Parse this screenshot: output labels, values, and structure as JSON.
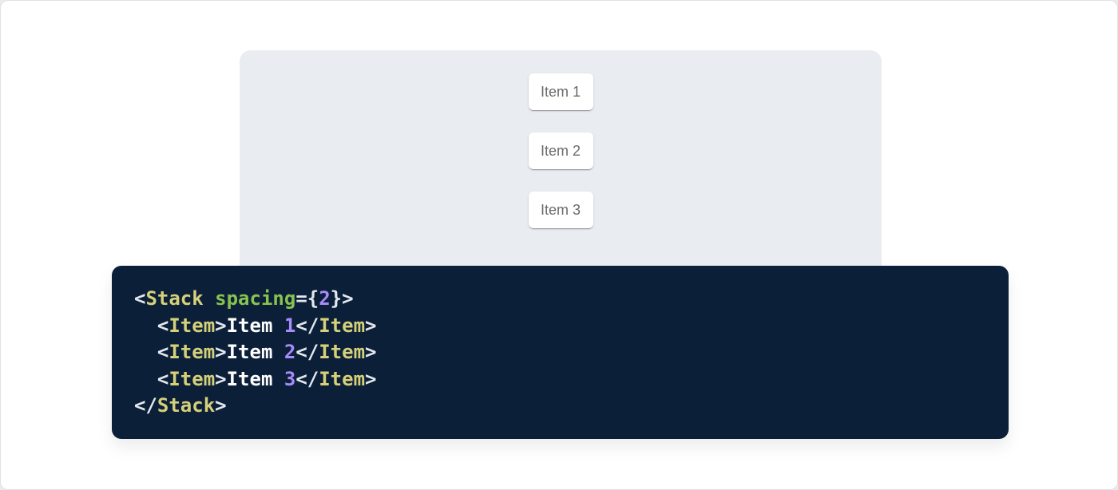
{
  "theme": {
    "page_bg": "#e9ebee",
    "card_bg": "#ffffff",
    "card_border": "#dfe2e6",
    "panel_bg": "#e9edf2",
    "item_bg": "#ffffff",
    "code_bg": "#0c1f38",
    "tok_punctuation": "#e3e8ee",
    "tok_tag": "#d5d07a",
    "tok_attr": "#88c250",
    "tok_number": "#a78bfa",
    "tok_text": "#ffffff"
  },
  "demo": {
    "items": [
      {
        "label": "Item 1"
      },
      {
        "label": "Item 2"
      },
      {
        "label": "Item 3"
      }
    ]
  },
  "code": {
    "lines": [
      {
        "tokens": [
          [
            "p",
            "<"
          ],
          [
            "t",
            "Stack"
          ],
          [
            "x",
            " "
          ],
          [
            "a",
            "spacing"
          ],
          [
            "p",
            "={"
          ],
          [
            "n",
            "2"
          ],
          [
            "p",
            "}>"
          ]
        ]
      },
      {
        "tokens": [
          [
            "x",
            "  "
          ],
          [
            "p",
            "<"
          ],
          [
            "t",
            "Item"
          ],
          [
            "p",
            ">"
          ],
          [
            "x",
            "Item "
          ],
          [
            "n",
            "1"
          ],
          [
            "p",
            "</"
          ],
          [
            "t",
            "Item"
          ],
          [
            "p",
            ">"
          ]
        ]
      },
      {
        "tokens": [
          [
            "x",
            "  "
          ],
          [
            "p",
            "<"
          ],
          [
            "t",
            "Item"
          ],
          [
            "p",
            ">"
          ],
          [
            "x",
            "Item "
          ],
          [
            "n",
            "2"
          ],
          [
            "p",
            "</"
          ],
          [
            "t",
            "Item"
          ],
          [
            "p",
            ">"
          ]
        ]
      },
      {
        "tokens": [
          [
            "x",
            "  "
          ],
          [
            "p",
            "<"
          ],
          [
            "t",
            "Item"
          ],
          [
            "p",
            ">"
          ],
          [
            "x",
            "Item "
          ],
          [
            "n",
            "3"
          ],
          [
            "p",
            "</"
          ],
          [
            "t",
            "Item"
          ],
          [
            "p",
            ">"
          ]
        ]
      },
      {
        "tokens": [
          [
            "p",
            "</"
          ],
          [
            "t",
            "Stack"
          ],
          [
            "p",
            ">"
          ]
        ]
      }
    ]
  }
}
